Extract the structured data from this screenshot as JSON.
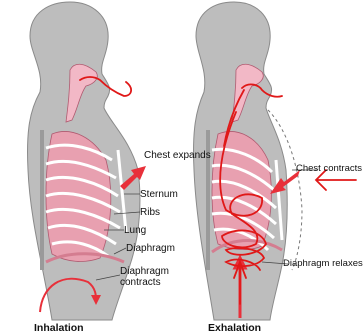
{
  "labels": {
    "chest_expands": "Chest expands",
    "sternum": "Sternum",
    "ribs": "Ribs",
    "lung": "Lung",
    "diaphragm": "Diaphragm",
    "diaphragm_contracts": "Diaphragm contracts",
    "chest_contracts": "Chest contracts",
    "diaphragm_relaxes": "Diaphragm relaxes"
  },
  "captions": {
    "inhalation": "Inhalation",
    "exhalation": "Exhalation"
  },
  "colors": {
    "body": "#bdbdbd",
    "body_outline": "#8a8a8a",
    "lung": "#e8a0b0",
    "airway": "#f2b8c6",
    "arrow": "#e8303a",
    "annotation": "#e01818"
  }
}
